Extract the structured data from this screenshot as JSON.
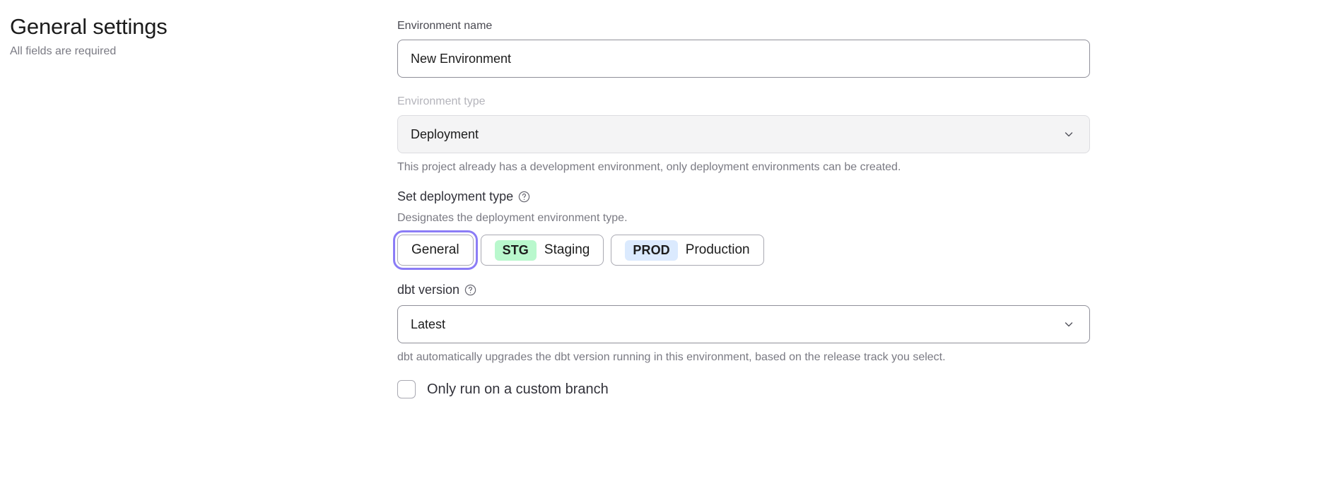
{
  "header": {
    "title": "General settings",
    "subtitle": "All fields are required"
  },
  "form": {
    "environment_name": {
      "label": "Environment name",
      "value": "New Environment",
      "placeholder": "Environment name"
    },
    "environment_type": {
      "label": "Environment type",
      "value": "Deployment",
      "disabled": true,
      "chevron_icon": "chevron-down-icon",
      "helper": "This project already has a development environment, only deployment environments can be created."
    },
    "deployment_type": {
      "heading": "Set deployment type",
      "help_icon": "help-circle-icon",
      "helper": "Designates the deployment environment type.",
      "options": [
        {
          "label": "General",
          "badge": "",
          "badge_color": "",
          "selected": true
        },
        {
          "label": "Staging",
          "badge": "STG",
          "badge_color": "#b9f8cd",
          "selected": false
        },
        {
          "label": "Production",
          "badge": "PROD",
          "badge_color": "#dbeafe",
          "selected": false
        }
      ],
      "focus_ring_color": "#8b7cf6"
    },
    "dbt_version": {
      "label": "dbt version",
      "help_icon": "help-circle-icon",
      "value": "Latest",
      "chevron_icon": "chevron-down-icon",
      "helper": "dbt automatically upgrades the dbt version running in this environment, based on the release track you select."
    },
    "custom_branch": {
      "label": "Only run on a custom branch",
      "checked": false
    }
  }
}
